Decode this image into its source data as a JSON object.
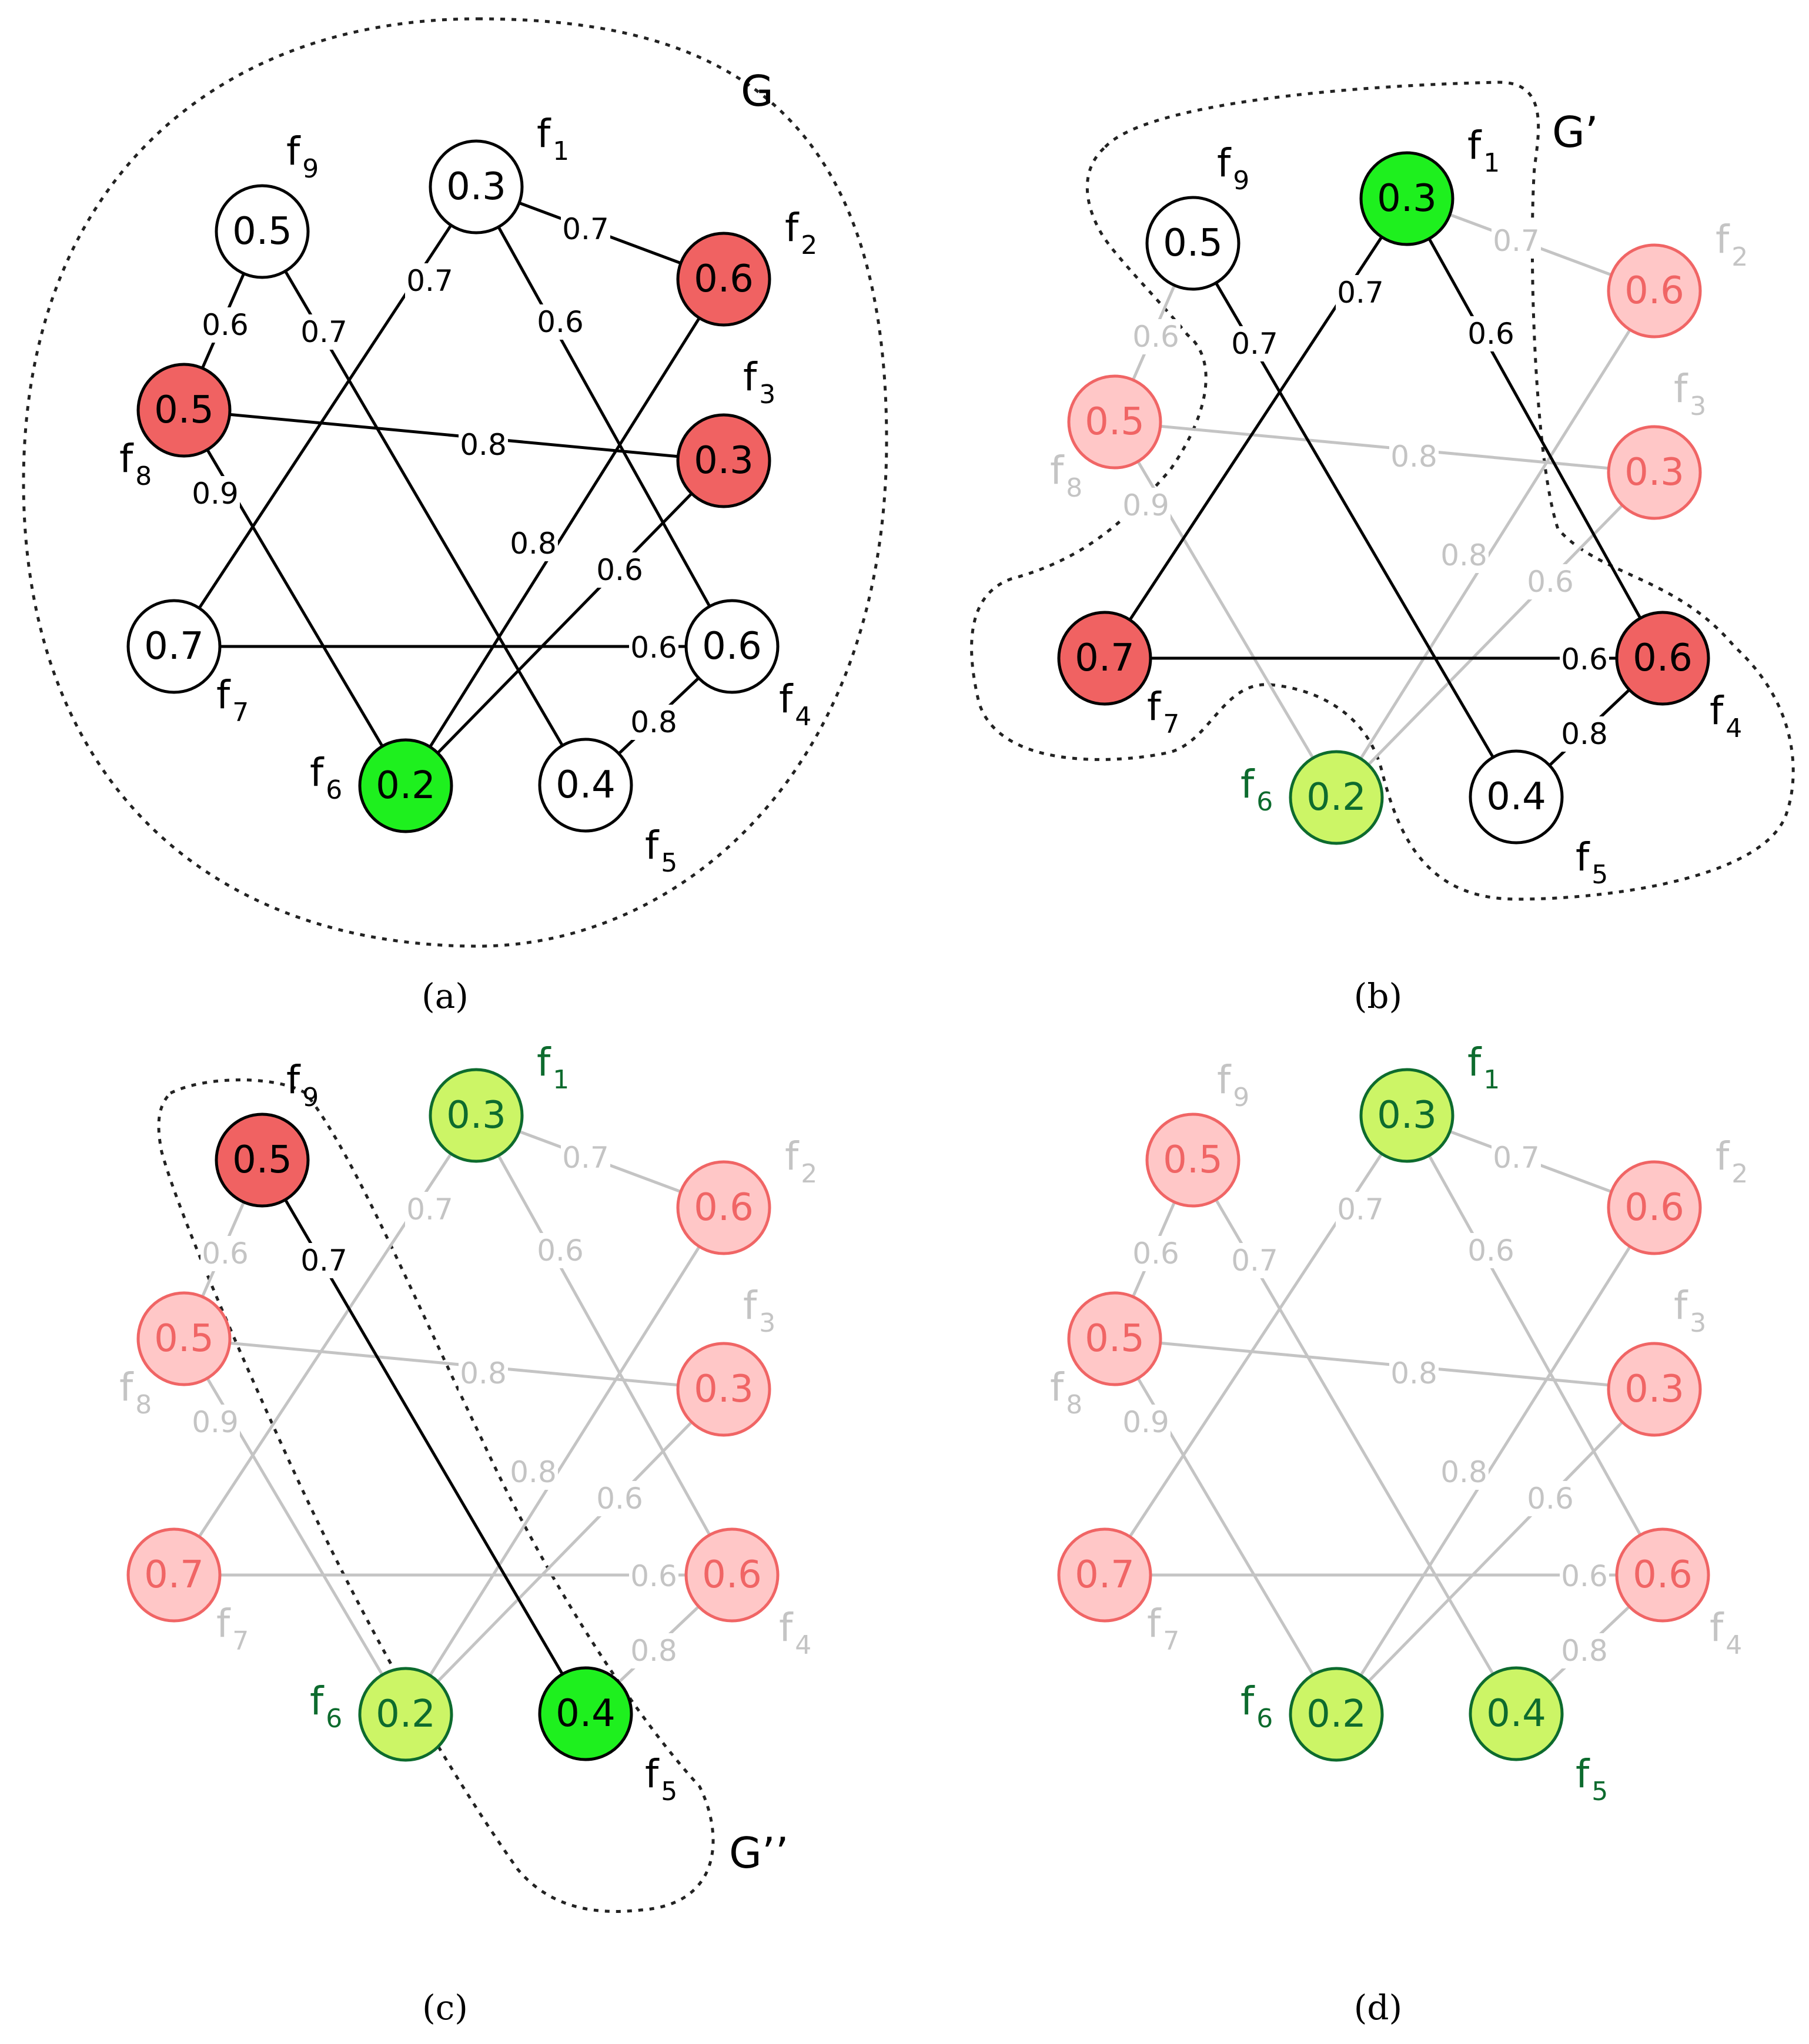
{
  "colors": {
    "red": "#f06262",
    "green": "#1ef01e",
    "light_green": "#ccf566",
    "dark_green": "#0d6b2e",
    "faded_red_fill": "#ffc7c7",
    "faded_red_stroke": "#f06565",
    "faded_red_text": "#f06565",
    "faded_gray": "#c4c4c4",
    "black": "#000000",
    "white": "#ffffff"
  },
  "nodes": [
    {
      "id": "f1",
      "name": "f",
      "sub": "1",
      "value": "0.3"
    },
    {
      "id": "f2",
      "name": "f",
      "sub": "2",
      "value": "0.6"
    },
    {
      "id": "f3",
      "name": "f",
      "sub": "3",
      "value": "0.3"
    },
    {
      "id": "f4",
      "name": "f",
      "sub": "4",
      "value": "0.6"
    },
    {
      "id": "f5",
      "name": "f",
      "sub": "5",
      "value": "0.4"
    },
    {
      "id": "f6",
      "name": "f",
      "sub": "6",
      "value": "0.2"
    },
    {
      "id": "f7",
      "name": "f",
      "sub": "7",
      "value": "0.7"
    },
    {
      "id": "f8",
      "name": "f",
      "sub": "8",
      "value": "0.5"
    },
    {
      "id": "f9",
      "name": "f",
      "sub": "9",
      "value": "0.5"
    }
  ],
  "edges": [
    {
      "id": "e19",
      "from": "f9",
      "to": "f8",
      "weight": "0.6"
    },
    {
      "id": "e95",
      "from": "f9",
      "to": "f5",
      "weight": "0.7"
    },
    {
      "id": "e17",
      "from": "f1",
      "to": "f7",
      "weight": "0.7"
    },
    {
      "id": "e12",
      "from": "f1",
      "to": "f2",
      "weight": "0.7"
    },
    {
      "id": "e14",
      "from": "f1",
      "to": "f4",
      "weight": "0.6"
    },
    {
      "id": "e83",
      "from": "f8",
      "to": "f3",
      "weight": "0.8"
    },
    {
      "id": "e86",
      "from": "f8",
      "to": "f6",
      "weight": "0.9"
    },
    {
      "id": "e26",
      "from": "f2",
      "to": "f6",
      "weight": "0.8"
    },
    {
      "id": "e36",
      "from": "f3",
      "to": "f6",
      "weight": "0.6"
    },
    {
      "id": "e74",
      "from": "f7",
      "to": "f4",
      "weight": "0.6"
    },
    {
      "id": "e45",
      "from": "f4",
      "to": "f5",
      "weight": "0.8"
    }
  ],
  "panels": [
    {
      "id": "a",
      "caption": "(a)",
      "group_label": "G",
      "node_states": {
        "f1": "white",
        "f2": "red",
        "f3": "red",
        "f4": "white",
        "f5": "white",
        "f6": "green",
        "f7": "white",
        "f8": "red",
        "f9": "white"
      },
      "active_edges": [
        "e19",
        "e95",
        "e17",
        "e12",
        "e14",
        "e83",
        "e86",
        "e26",
        "e36",
        "e74",
        "e45"
      ]
    },
    {
      "id": "b",
      "caption": "(b)",
      "group_label": "G’",
      "node_states": {
        "f1": "green",
        "f2": "faded_red",
        "f3": "faded_red",
        "f4": "red",
        "f5": "white",
        "f6": "light_green",
        "f7": "red",
        "f8": "faded_red",
        "f9": "white"
      },
      "active_edges": [
        "e95",
        "e17",
        "e14",
        "e74",
        "e45"
      ]
    },
    {
      "id": "c",
      "caption": "(c)",
      "group_label": "G’’",
      "node_states": {
        "f1": "light_green",
        "f2": "faded_red",
        "f3": "faded_red",
        "f4": "faded_red",
        "f5": "green",
        "f6": "light_green",
        "f7": "faded_red",
        "f8": "faded_red",
        "f9": "red"
      },
      "active_edges": [
        "e95"
      ]
    },
    {
      "id": "d",
      "caption": "(d)",
      "group_label": "",
      "node_states": {
        "f1": "light_green",
        "f2": "faded_red",
        "f3": "faded_red",
        "f4": "faded_red",
        "f5": "light_green",
        "f6": "light_green",
        "f7": "faded_red",
        "f8": "faded_red",
        "f9": "faded_red"
      },
      "active_edges": []
    }
  ]
}
